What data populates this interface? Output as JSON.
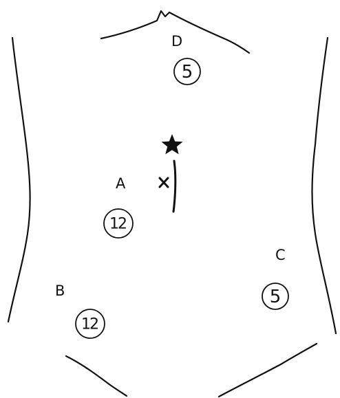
{
  "ports": [
    {
      "id": "D",
      "label": "D",
      "size": "5"
    },
    {
      "id": "A",
      "label": "A",
      "size": "12"
    },
    {
      "id": "C",
      "label": "C",
      "size": "5"
    },
    {
      "id": "B",
      "label": "B",
      "size": "12"
    }
  ],
  "markers": {
    "star_icon": "star",
    "incision_mark": "x"
  }
}
